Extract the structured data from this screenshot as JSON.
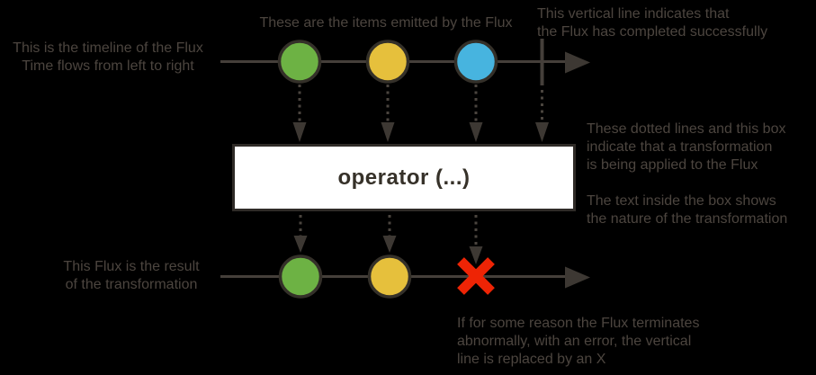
{
  "colors": {
    "background": "#000000",
    "annotation-text": "#4c453f",
    "line": "#453f3a",
    "arrow": "#3d3833",
    "dotted": "#4a443e",
    "circle-border": "#343029",
    "item-green": "#6db244",
    "item-yellow": "#e6c03c",
    "item-blue": "#47b4df",
    "error-red": "#ee2405",
    "box-bg": "#ffffff",
    "box-border": "#2f2b27",
    "box-text": "#363129"
  },
  "notes": {
    "timeline": [
      "This is the timeline of the Flux",
      "Time flows from left to right"
    ],
    "items": [
      "These are the items emitted by the Flux"
    ],
    "complete": [
      "This vertical line indicates that",
      "the Flux has completed successfully"
    ],
    "transformation": [
      "These dotted lines and this box",
      "indicate that a transformation",
      "is being applied to the Flux"
    ],
    "box_text": [
      "The text inside the box shows",
      "the nature of the transformation"
    ],
    "result": [
      "This Flux is the result",
      "of the transformation"
    ],
    "error": [
      "If for some reason the Flux terminates",
      "abnormally, with an error, the vertical",
      "line is replaced by an X"
    ]
  },
  "operator": {
    "label": "operator (...)"
  },
  "diagram": {
    "source_flux": {
      "items": [
        {
          "name": "item-1",
          "color": "#6db244"
        },
        {
          "name": "item-2",
          "color": "#e6c03c"
        },
        {
          "name": "item-3",
          "color": "#47b4df"
        }
      ],
      "terminal": "complete"
    },
    "result_flux": {
      "items": [
        {
          "name": "item-1",
          "color": "#6db244"
        },
        {
          "name": "item-2",
          "color": "#e6c03c"
        }
      ],
      "terminal": "error"
    }
  }
}
